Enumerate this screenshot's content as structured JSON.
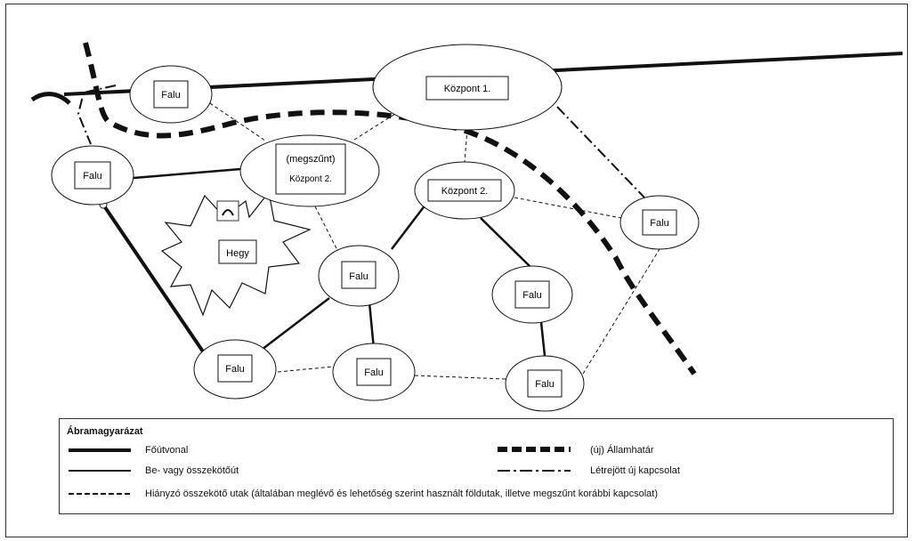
{
  "nodes": {
    "falu": "Falu",
    "kozpont1": "Központ 1.",
    "kozpont2": "Központ 2.",
    "megszunt": "(megszűnt)",
    "hegy": "Hegy"
  },
  "legend": {
    "title": "Ábramagyarázat",
    "fovonal": "Főútvonal",
    "osszekoto": "Be- vagy összekötőút",
    "hianyzo": "Hiányzó összekötő utak (általában meglévő és lehetőség szerint használt földutak, illetve megszűnt korábbi kapcsolat)",
    "allamhatar": "(új) Államhatár",
    "uj_kapcsolat": "Létrejött új kapcsolat"
  },
  "colors": {
    "line": "#111111",
    "background": "#ffffff"
  }
}
